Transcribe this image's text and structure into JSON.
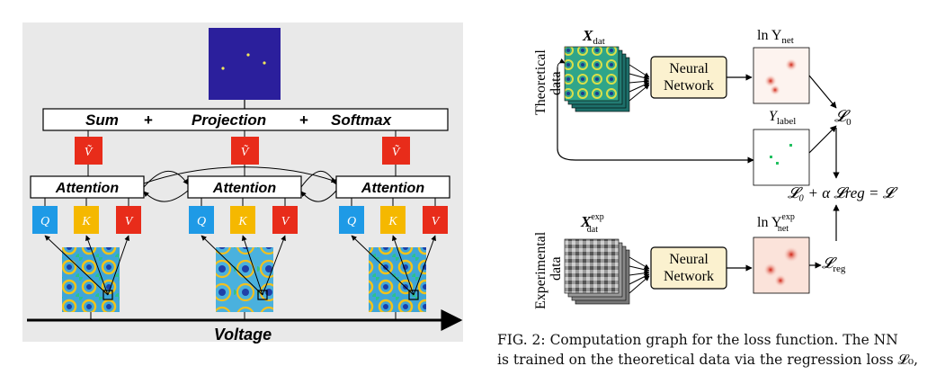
{
  "left_figure": {
    "block_label": "Sum      +      Projection      +      Softmax",
    "v_tilde": "Ṽ",
    "attention_label": "Attention",
    "q_label": "Q",
    "k_label": "K",
    "v_label": "V",
    "axis_label": "Voltage",
    "colors": {
      "q": "#1e9ae6",
      "k": "#f5b800",
      "v": "#e82c1a",
      "output_map": "#2b1f9c",
      "map_dots": "#f2e85a"
    }
  },
  "right_figure": {
    "x_dat": "X",
    "x_dat_sub": "dat",
    "x_exp_sup": "exp",
    "theoretical_label": "Theoretical data",
    "experimental_label": "Experimental data",
    "nn_line1": "Neural",
    "nn_line2": "Network",
    "ln_y_net": "ln Y",
    "y_net_sub": "net",
    "y_label": "Y",
    "y_label_sub": "label",
    "loss_l0": "𝓛",
    "loss_l0_sub": "0",
    "combined_loss": "𝓛₀ + α 𝓛reg = 𝓛",
    "loss_reg_sub": "reg"
  },
  "caption": {
    "line1": "FIG. 2: Computation graph for the loss function. The NN",
    "line2": "is trained on the theoretical data via the regression loss 𝓛₀,"
  }
}
